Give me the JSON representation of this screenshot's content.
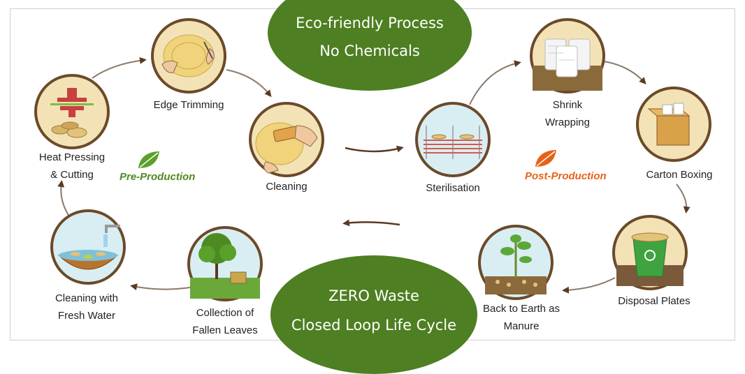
{
  "header": {
    "line1": "Eco-friendly Process",
    "line2": "No Chemicals"
  },
  "footer": {
    "line1": "ZERO Waste",
    "line2": "Closed Loop Life Cycle"
  },
  "phases": {
    "pre": "Pre-Production",
    "post": "Post-Production"
  },
  "steps": [
    {
      "id": "heat-pressing",
      "lines": [
        "Heat Pressing",
        "& Cutting"
      ]
    },
    {
      "id": "edge-trimming",
      "lines": [
        "Edge Trimming"
      ]
    },
    {
      "id": "cleaning",
      "lines": [
        "Cleaning"
      ]
    },
    {
      "id": "sterilisation",
      "lines": [
        "Sterilisation"
      ]
    },
    {
      "id": "shrink-wrapping",
      "lines": [
        "Shrink",
        "Wrapping"
      ]
    },
    {
      "id": "carton-boxing",
      "lines": [
        "Carton Boxing"
      ]
    },
    {
      "id": "disposal-plates",
      "lines": [
        "Disposal Plates"
      ]
    },
    {
      "id": "back-to-earth",
      "lines": [
        "Back to Earth as",
        "Manure"
      ]
    },
    {
      "id": "collection-leaves",
      "lines": [
        "Collection of",
        "Fallen Leaves"
      ]
    },
    {
      "id": "cleaning-water",
      "lines": [
        "Cleaning with",
        "Fresh Water"
      ]
    }
  ],
  "colors": {
    "green": "#4e7f22",
    "brown": "#5b3a22",
    "orange": "#e8611a",
    "ring_outer": "#6b4a2a",
    "ring_inner": "#f3e2b5",
    "sky": "#d9eef3"
  },
  "icons": [
    "leaf-icon",
    "press-icon",
    "scissors-icon",
    "sponge-icon",
    "tray-icon",
    "stack-icon",
    "box-icon",
    "recycle-bin-icon",
    "sapling-icon",
    "tree-icon",
    "bowl-icon"
  ]
}
